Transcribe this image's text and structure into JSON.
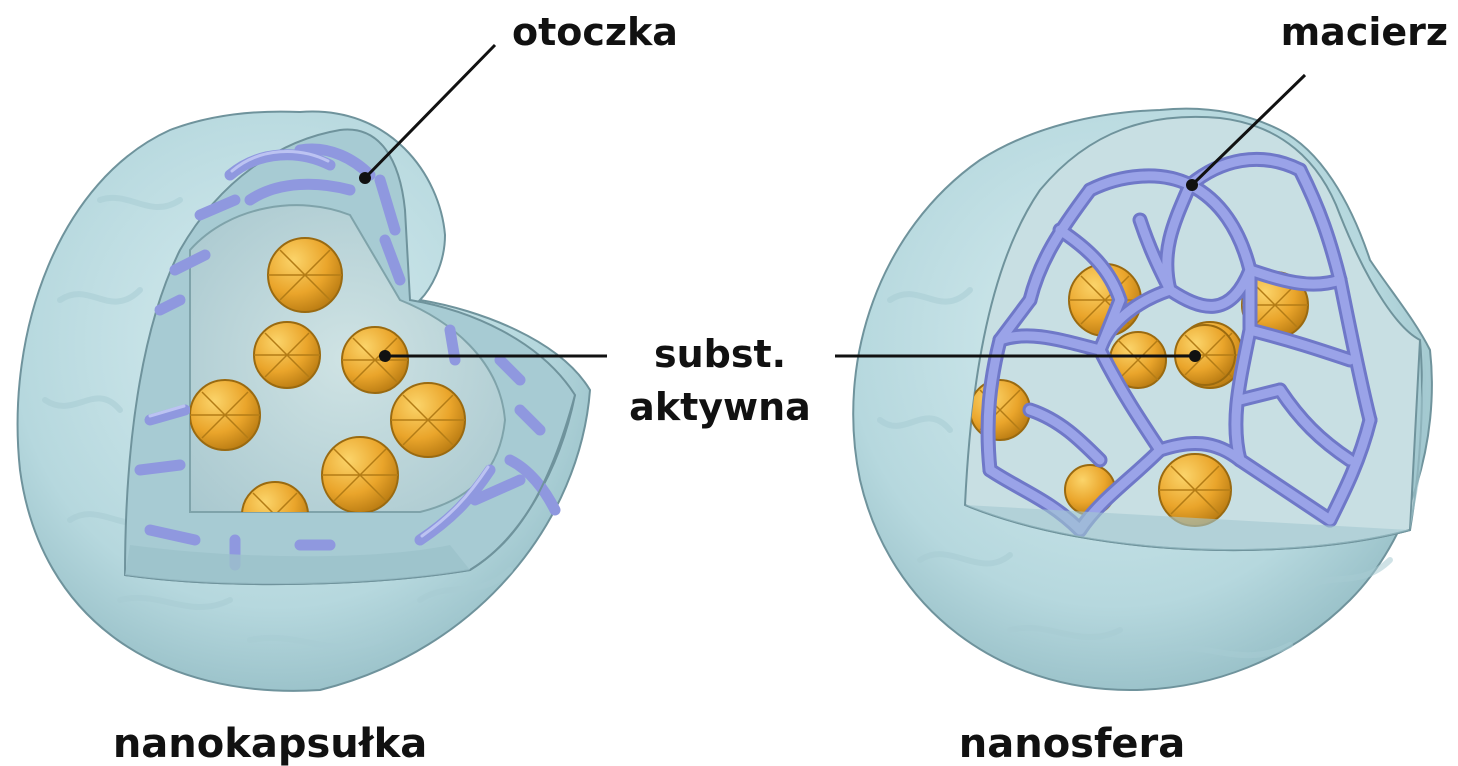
{
  "labels": {
    "shell": "otoczka",
    "matrix": "macierz",
    "active_line1": "subst.",
    "active_line2": "aktywna",
    "nanocapsule": "nanokapsułka",
    "nanosphere": "nanosfera"
  },
  "colors": {
    "shell_fill": "#bcdde2",
    "shell_edge": "#7d9ea6",
    "polymer": "#8f98df",
    "polymer_light": "#b9c0f0",
    "drug": "#e8a52a",
    "drug_light": "#f7cb5b",
    "drug_edge": "#9a6a10",
    "leader": "#111111"
  }
}
